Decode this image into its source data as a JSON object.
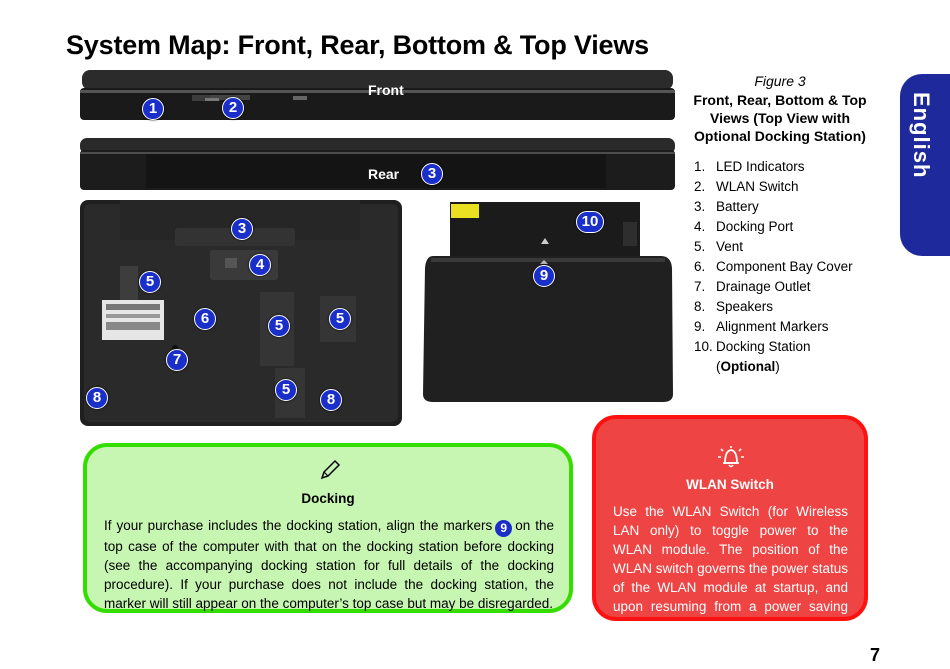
{
  "page": {
    "title": "System Map: Front, Rear, Bottom & Top Views",
    "side_tab": "English",
    "page_number": "7"
  },
  "photos": {
    "front": {
      "label": "Front",
      "callouts": [
        "1",
        "2"
      ]
    },
    "rear": {
      "label": "Rear",
      "callouts": [
        "3"
      ]
    },
    "bottom": {
      "callouts": [
        "3",
        "4",
        "5",
        "6",
        "5",
        "5",
        "7",
        "5",
        "8",
        "8"
      ]
    },
    "dock": {
      "callouts": [
        "10",
        "9"
      ]
    }
  },
  "figure": {
    "number": "Figure 3",
    "caption": "Front, Rear, Bottom & Top Views (Top View with Optional Docking Station)"
  },
  "legend": [
    {
      "num": "1.",
      "text": "LED Indicators"
    },
    {
      "num": "2.",
      "text": "WLAN Switch"
    },
    {
      "num": "3.",
      "text": "Battery"
    },
    {
      "num": "4.",
      "text": "Docking Port"
    },
    {
      "num": "5.",
      "text": "Vent"
    },
    {
      "num": "6.",
      "text": "Component Bay Cover"
    },
    {
      "num": "7.",
      "text": "Drainage Outlet"
    },
    {
      "num": "8.",
      "text": "Speakers"
    },
    {
      "num": "9.",
      "text": "Alignment Markers"
    },
    {
      "num": "10.",
      "text": "Docking Station",
      "paren_open": "(",
      "paren_bold": "Optional",
      "paren_close": ")"
    }
  ],
  "notes": {
    "docking": {
      "icon": "pencil-icon",
      "title": "Docking",
      "body_before": "If your purchase includes the docking station, align the markers",
      "marker": "9",
      "body_after": "on the top case of the computer with that on the docking station before docking (see the accompanying docking station for full details of the docking procedure). If your purchase does not include the docking station, the marker will still appear on the computer’s top case but may be disregarded."
    },
    "wlan": {
      "icon": "alarm-bell-icon",
      "title": "WLAN Switch",
      "body": "Use the WLAN Switch (for Wireless LAN only) to toggle power to the WLAN module. The position of the WLAN switch governs the power status of the WLAN module at startup, and upon resuming from a power saving state."
    }
  },
  "colors": {
    "side_tab": "#1e2a9c",
    "callout": "#1a2fc9",
    "docking_note_bg": "#c7f5b2",
    "docking_note_border": "#33dd00",
    "wlan_note_bg": "#ee4444",
    "wlan_note_border": "#ff1111"
  }
}
